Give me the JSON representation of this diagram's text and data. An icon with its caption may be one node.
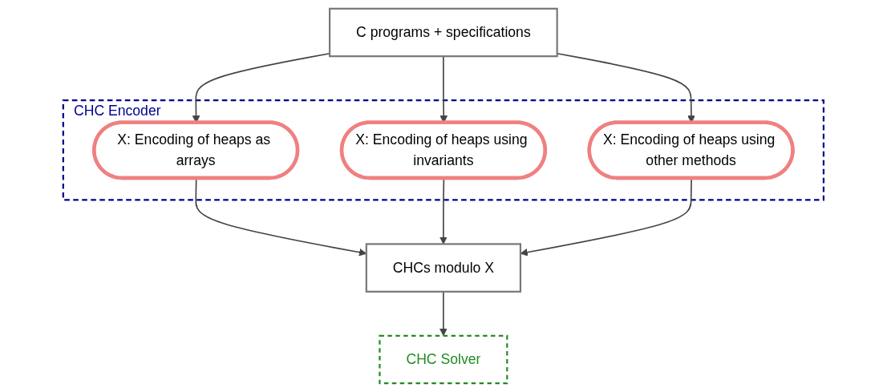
{
  "diagram": {
    "nodes": [
      {
        "text": [
          "C programs + specifications"
        ]
      },
      {
        "text": [
          "CHC Encoder"
        ]
      },
      {
        "text": [
          "X: Encoding of heaps as arrays"
        ],
        "in": 1
      },
      {
        "text": [
          "X: Encoding of heaps using invariants"
        ],
        "in": 1
      },
      {
        "text": [
          "X: Encoding of heaps using other methods"
        ],
        "in": 1
      },
      {
        "text": [
          "CHCs modulo X"
        ]
      },
      {
        "text": [
          "CHC Solver"
        ]
      }
    ],
    "edges": [
      {
        "from": 0,
        "to": 2,
        "arrow": "to"
      },
      {
        "from": 0,
        "to": 3,
        "arrow": "to"
      },
      {
        "from": 0,
        "to": 4,
        "arrow": "to"
      },
      {
        "from": 2,
        "to": 5,
        "arrow": "to"
      },
      {
        "from": 3,
        "to": 5,
        "arrow": "to"
      },
      {
        "from": 4,
        "to": 5,
        "arrow": "to"
      },
      {
        "from": 5,
        "to": 6,
        "arrow": "to"
      }
    ]
  }
}
